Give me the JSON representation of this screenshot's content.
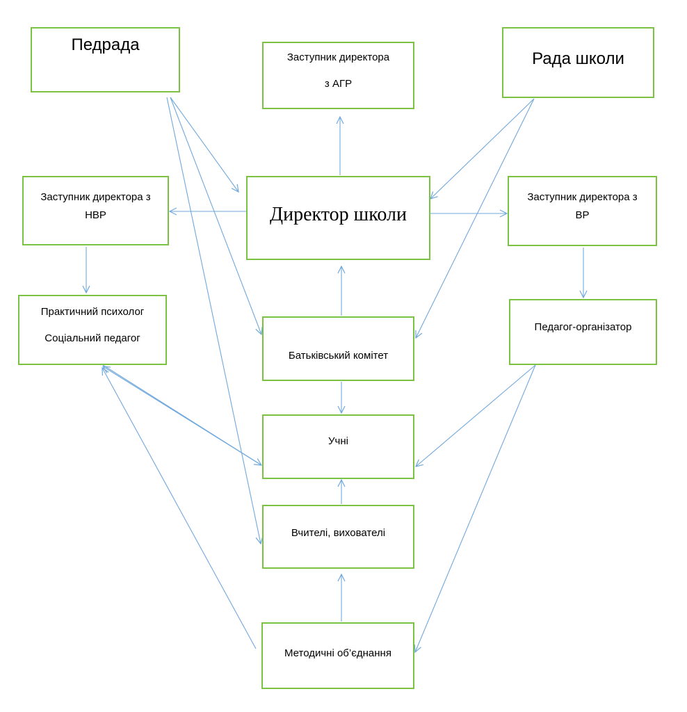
{
  "nodes": {
    "pedrada": {
      "label": "Педрада"
    },
    "deputy_agr": {
      "line1": "Заступник директора",
      "line2": "з АГР"
    },
    "rada_shkoly": {
      "label": "Рада школи"
    },
    "deputy_nvr": {
      "line1": "Заступник директора з",
      "line2": "НВР"
    },
    "director": {
      "label": "Директор школи"
    },
    "deputy_vr": {
      "line1": "Заступник директора з",
      "line2": "ВР"
    },
    "psychologist": {
      "line1": "Практичний психолог",
      "line2": "Соціальний педагог"
    },
    "parents_committee": {
      "label": "Батьківський комітет"
    },
    "organizer": {
      "label": "Педагог-організатор"
    },
    "pupils": {
      "label": "Учні"
    },
    "teachers": {
      "label": "Вчителі, вихователі"
    },
    "methodical": {
      "label": "Методичні об’єднання"
    }
  },
  "colors": {
    "box_border": "#7cc242",
    "arrow": "#6fa8dc"
  }
}
